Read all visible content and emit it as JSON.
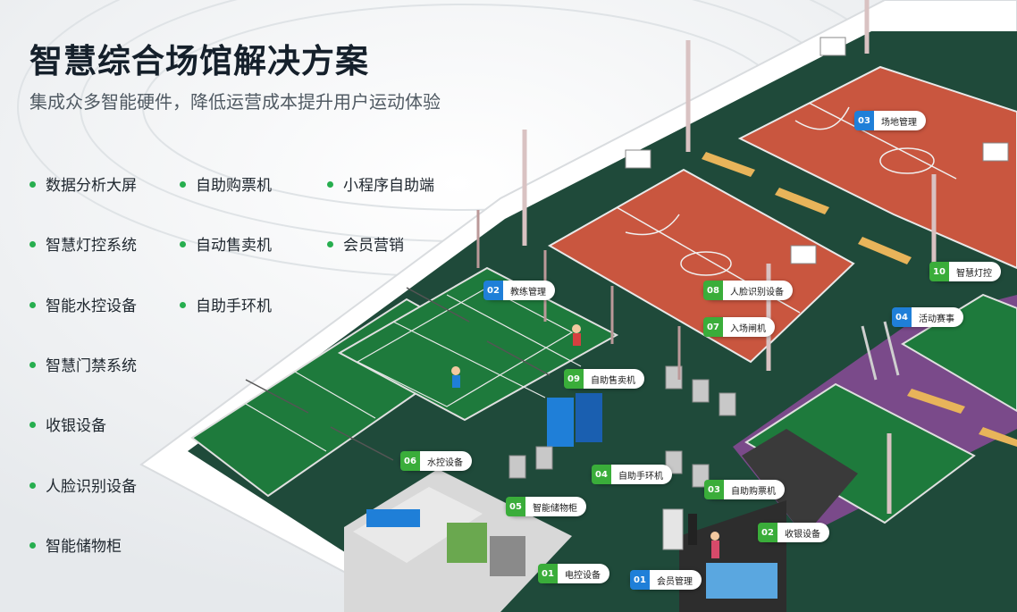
{
  "header": {
    "title": "智慧综合场馆解决方案",
    "subtitle": "集成众多智能硬件，降低运营成本提升用户运动体验"
  },
  "features": {
    "col1": [
      "数据分析大屏",
      "智慧灯控系统",
      "智能水控设备",
      "智慧门禁系统",
      "收银设备",
      "人脸识别设备",
      "智能储物柜"
    ],
    "col2": [
      "自助购票机",
      "自动售卖机",
      "自助手环机"
    ],
    "col3": [
      "小程序自助端",
      "会员营销"
    ]
  },
  "callouts": [
    {
      "num": "03",
      "label": "场地管理",
      "color": "blue"
    },
    {
      "num": "10",
      "label": "智慧灯控",
      "color": "green"
    },
    {
      "num": "02",
      "label": "教练管理",
      "color": "blue"
    },
    {
      "num": "08",
      "label": "人脸识别设备",
      "color": "green"
    },
    {
      "num": "07",
      "label": "入场闸机",
      "color": "green"
    },
    {
      "num": "04",
      "label": "活动赛事",
      "color": "blue"
    },
    {
      "num": "09",
      "label": "自助售卖机",
      "color": "green"
    },
    {
      "num": "06",
      "label": "水控设备",
      "color": "green"
    },
    {
      "num": "04",
      "label": "自助手环机",
      "color": "green"
    },
    {
      "num": "03",
      "label": "自助购票机",
      "color": "green"
    },
    {
      "num": "05",
      "label": "智能储物柜",
      "color": "green"
    },
    {
      "num": "02",
      "label": "收银设备",
      "color": "green"
    },
    {
      "num": "01",
      "label": "电控设备",
      "color": "green"
    },
    {
      "num": "01",
      "label": "会员管理",
      "color": "blue"
    }
  ],
  "colors": {
    "accent_green": "#3aad3a",
    "accent_blue": "#1f7fd8",
    "court_red": "#c9563f",
    "court_green": "#1e7a3c",
    "floor_dark": "#1f4a3a",
    "purple_floor": "#7a4a8a"
  }
}
